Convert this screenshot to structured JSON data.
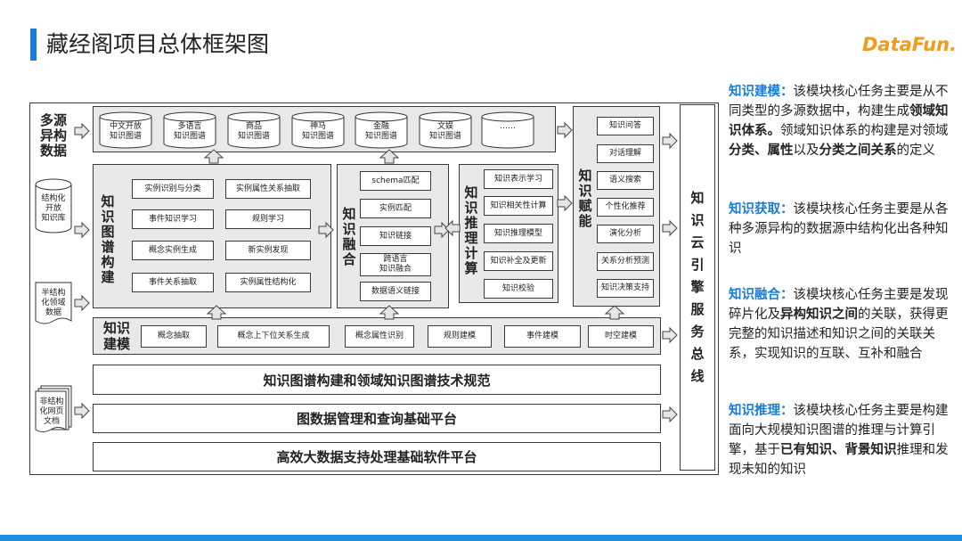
{
  "title": "藏经阁项目总体框架图",
  "logo": "DataFun.",
  "sources": {
    "heading": "多源\n异构\n数据",
    "structured": "结构化\n开放\n知识库",
    "semi": "半结构\n化领域\n数据",
    "unstructured": "非结构\n化网页\n文档"
  },
  "databases": [
    "中文开放\n知识图谱",
    "多语言\n知识图谱",
    "商品\n知识图谱",
    "神马\n知识图谱",
    "金融\n知识图谱",
    "文娱\n知识图谱",
    "……"
  ],
  "kg_build": {
    "label": "知\n识\n图\n谱\n构\n建",
    "items": [
      "实例识别与分类",
      "实例属性关系抽取",
      "事件知识学习",
      "规则学习",
      "概念实例生成",
      "新实例发现",
      "事件关系抽取",
      "实例属性结构化"
    ]
  },
  "kg_fusion": {
    "label": "知\n识\n融\n合",
    "items": [
      "schema匹配",
      "实例匹配",
      "知识链接",
      "跨语言\n知识融合",
      "数据语义链接"
    ]
  },
  "kg_reasoning": {
    "label": "知\n识\n推\n理\n计\n算",
    "items": [
      "知识表示学习",
      "知识相关性计算",
      "知识推理模型",
      "知识补全及更新",
      "知识校验"
    ]
  },
  "kg_empower": {
    "label": "知\n识\n赋\n能",
    "items": [
      "知识问答",
      "对话理解",
      "语义搜索",
      "个性化推荐",
      "演化分析",
      "关系分析预测",
      "知识决策支持"
    ]
  },
  "kg_modeling": {
    "label": "知识\n建模",
    "items": [
      "概念抽取",
      "概念上下位关系生成",
      "概念属性识别",
      "规则建模",
      "事件建模",
      "时空建模"
    ]
  },
  "cloud_bus": "知\n识\n云\n引\n擎\n服\n务\n总\n线",
  "platforms": [
    "知识图谱构建和领域知识图谱技术规范",
    "图数据管理和查询基础平台",
    "高效大数据支持处理基础软件平台"
  ],
  "descriptions": [
    {
      "keyword": "知识建模",
      "sep": "：",
      "parts": [
        {
          "t": "该模块核心任务主要是从不同类型的多源数据中，构建生成",
          "b": false
        },
        {
          "t": "领域知识体系。",
          "b": true
        },
        {
          "t": "领域知识体系的构建是对领域",
          "b": false
        },
        {
          "t": "分类、属性",
          "b": true
        },
        {
          "t": "以及",
          "b": false
        },
        {
          "t": "分类之间关系",
          "b": true
        },
        {
          "t": "的定义",
          "b": false
        }
      ]
    },
    {
      "keyword": "知识获取",
      "sep": "：",
      "parts": [
        {
          "t": "该模块核心任务主要是从各种多源异构的数据源中结构化出各种知识",
          "b": false
        }
      ]
    },
    {
      "keyword": "知识融合",
      "sep": "：",
      "parts": [
        {
          "t": "该模块核心任务主要是发现碎片化及",
          "b": false
        },
        {
          "t": "异构知识之间",
          "b": true
        },
        {
          "t": "的关联，获得更完整的知识描述和知识之间的关联关系，实现知识的互联、互补和融合",
          "b": false
        }
      ]
    },
    {
      "keyword": "知识推理",
      "sep": "：",
      "parts": [
        {
          "t": "该模块核心任务主要是构建面向大规模知识图谱的推理与计算引擎，基于",
          "b": false
        },
        {
          "t": "已有知识、背景知识",
          "b": true
        },
        {
          "t": "推理和发现未知的知识",
          "b": false
        }
      ]
    }
  ]
}
